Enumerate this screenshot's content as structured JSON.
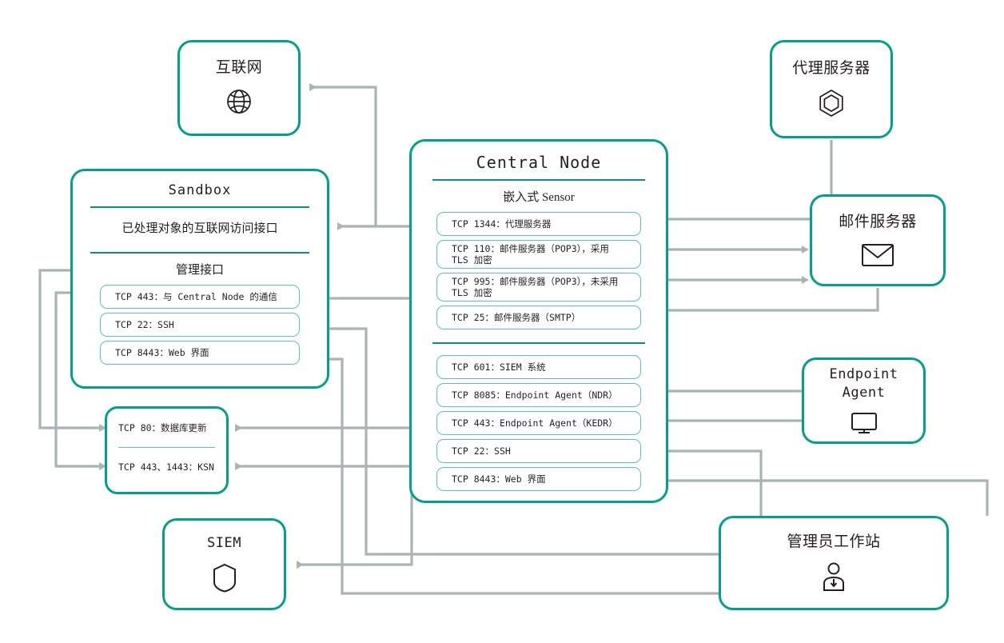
{
  "theme": {
    "accent": "#00a08a",
    "accent_rule": "#0d8e7c",
    "pill_border": "#5cc3b4",
    "wire": "#a9b5b3",
    "text": "#231f20"
  },
  "nodes": {
    "internet": {
      "title": "互联网",
      "icon": "globe-icon"
    },
    "proxy": {
      "title": "代理服务器",
      "icon": "proxy-hexagon-icon"
    },
    "mail_server": {
      "title": "邮件服务器",
      "icon": "envelope-icon"
    },
    "endpoint_agent": {
      "title_line1": "Endpoint",
      "title_line2": "Agent",
      "icon": "monitor-icon"
    },
    "siem": {
      "title": "SIEM",
      "icon": "shield-hexagon-icon"
    },
    "admin_workstation": {
      "title": "管理员工作站",
      "icon": "user-icon"
    },
    "database_updates": {
      "rows": [
        "TCP 80：数据库更新",
        "TCP 443、1443：KSN"
      ]
    },
    "sandbox": {
      "title": "Sandbox",
      "internet_interface_label": "已处理对象的互联网访问接口",
      "management_label": "管理接口",
      "ports": [
        "TCP 443：与 Central Node 的通信",
        "TCP 22：SSH",
        "TCP 8443：Web 界面"
      ]
    },
    "central_node": {
      "title": "Central Node",
      "sensor_label": "嵌入式 Sensor",
      "sensor_ports": [
        {
          "line1": "TCP 1344：代理服务器",
          "line2": ""
        },
        {
          "line1": "TCP 110：邮件服务器（POP3），采用",
          "line2": "TLS 加密"
        },
        {
          "line1": "TCP 995：邮件服务器（POP3），未采用",
          "line2": "TLS 加密"
        },
        {
          "line1": "TCP 25：邮件服务器（SMTP）",
          "line2": ""
        }
      ],
      "other_ports": [
        "TCP 601：SIEM 系统",
        "TCP 8085：Endpoint Agent（NDR）",
        "TCP 443：Endpoint Agent（KEDR）",
        "TCP 22：SSH",
        "TCP 8443：Web 界面"
      ]
    }
  }
}
